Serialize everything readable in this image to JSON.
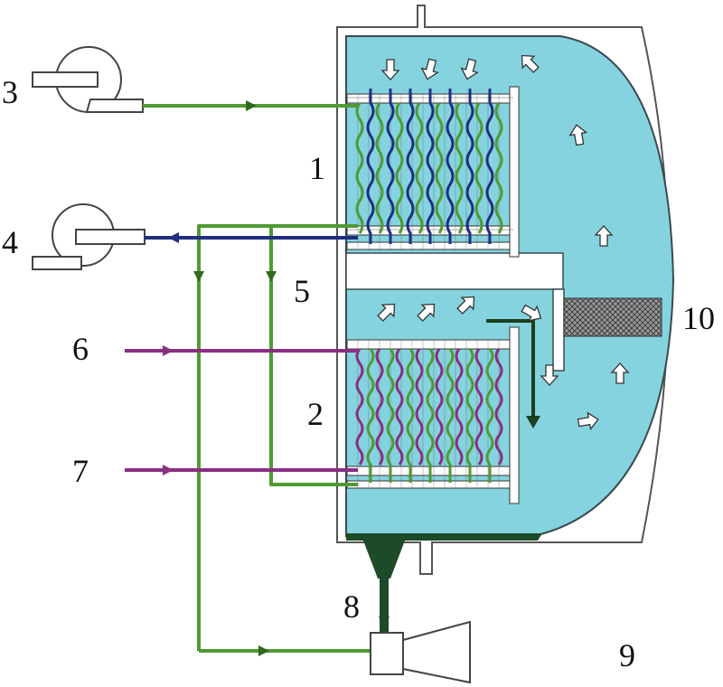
{
  "labels": {
    "l1": "1",
    "l2": "2",
    "l3": "3",
    "l4": "4",
    "l5": "5",
    "l6": "6",
    "l7": "7",
    "l8": "8",
    "l9": "9",
    "l10": "10"
  },
  "colors": {
    "water": "#84d3df",
    "water_edge": "#3a4a50",
    "green_pipe": "#4f9a33",
    "blue_pipe": "#1f2f80",
    "purple_pipe": "#8a2f82",
    "sump": "#1d4a28",
    "filter": "#7a7a7a",
    "dark_arrow": "#1c3f1e"
  }
}
